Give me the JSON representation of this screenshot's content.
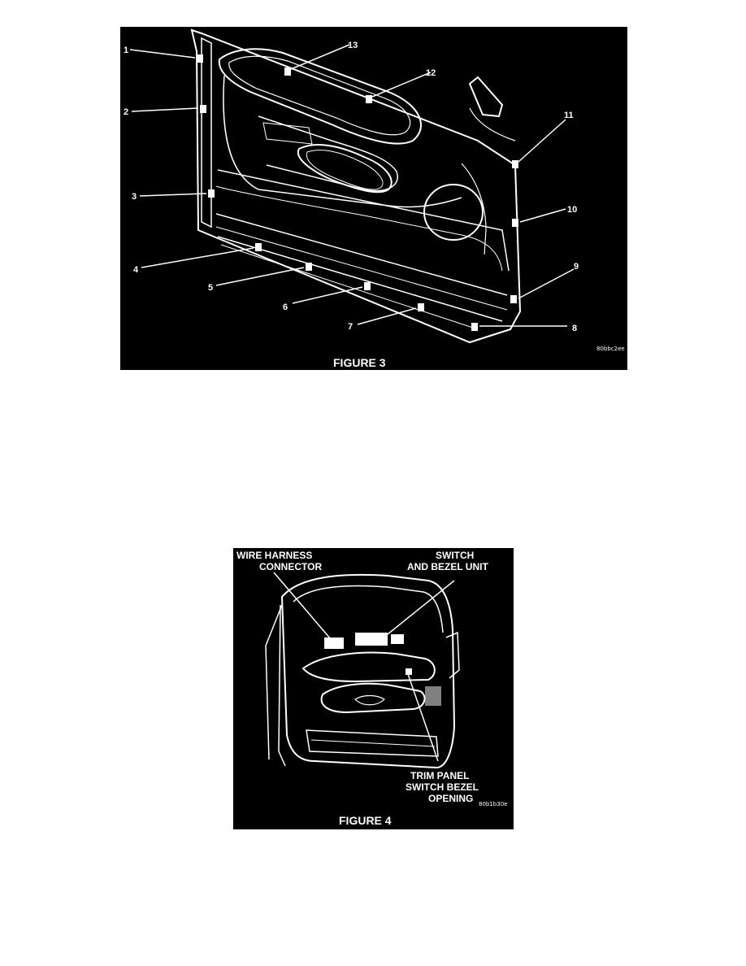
{
  "figure3": {
    "caption": "FIGURE 3",
    "code": "80bbc2ee",
    "callouts": [
      "1",
      "2",
      "3",
      "4",
      "5",
      "6",
      "7",
      "8",
      "9",
      "10",
      "11",
      "12",
      "13"
    ]
  },
  "figure4": {
    "caption": "FIGURE 4",
    "code": "80b1b30e",
    "labels": {
      "wire_line1": "WIRE HARNESS",
      "wire_line2": "CONNECTOR",
      "switch_line1": "SWITCH",
      "switch_line2": "AND BEZEL UNIT",
      "trim_line1": "TRIM PANEL",
      "trim_line2": "SWITCH BEZEL",
      "trim_line3": "OPENING"
    }
  },
  "colors": {
    "figure_bg": "#000000",
    "ink": "#ffffff",
    "page_bg": "#ffffff"
  }
}
